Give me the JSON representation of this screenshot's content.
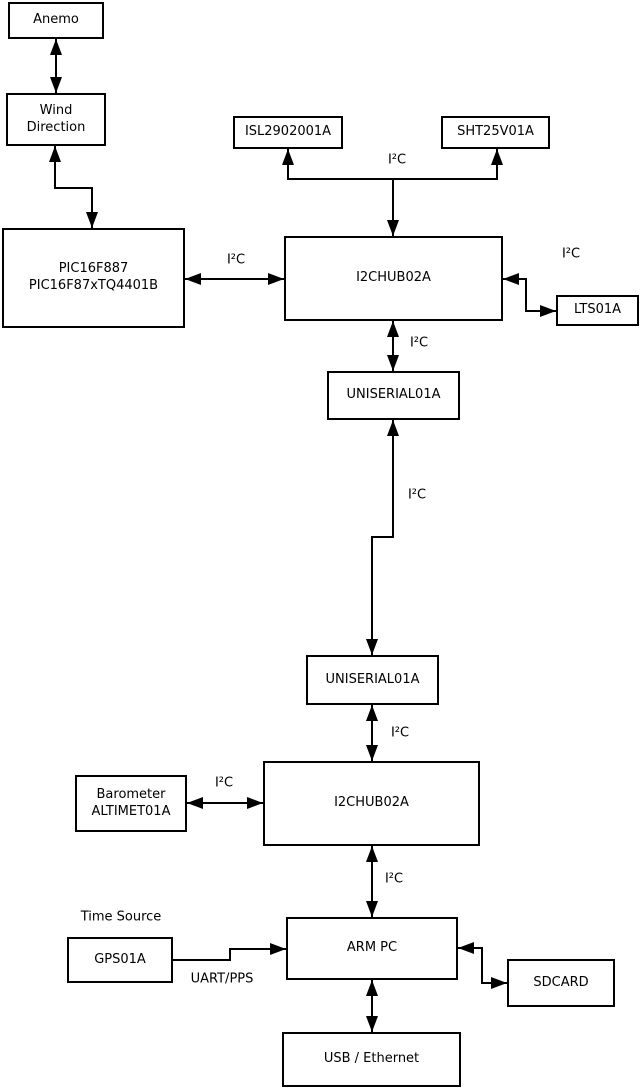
{
  "diagram": {
    "nodes": {
      "anemo": {
        "label": "Anemo"
      },
      "wind_direction": {
        "line1": "Wind",
        "line2": "Direction"
      },
      "pic": {
        "line1": "PIC16F887",
        "line2": "PIC16F87xTQ4401B"
      },
      "isl": {
        "label": "ISL2902001A"
      },
      "sht": {
        "label": "SHT25V01A"
      },
      "i2c_hub_1": {
        "label": "I2CHUB02A"
      },
      "lts": {
        "label": "LTS01A"
      },
      "uniserial_1": {
        "label": "UNISERIAL01A"
      },
      "uniserial_2": {
        "label": "UNISERIAL01A"
      },
      "i2c_hub_2": {
        "label": "I2CHUB02A"
      },
      "barometer": {
        "line1": "Barometer",
        "line2": "ALTIMET01A"
      },
      "arm_pc": {
        "label": "ARM PC"
      },
      "gps": {
        "label": "GPS01A"
      },
      "sdcard": {
        "label": "SDCARD"
      },
      "usb_ethernet": {
        "label": "USB / Ethernet"
      }
    },
    "edge_labels": {
      "i2c": "I²C",
      "uart_pps": "UART/PPS",
      "time_source": "Time Source"
    },
    "colors": {
      "line": "#000000",
      "box_border": "#000000",
      "box_fill": "#ffffff",
      "background": "#ffffff",
      "text": "#000000"
    }
  }
}
